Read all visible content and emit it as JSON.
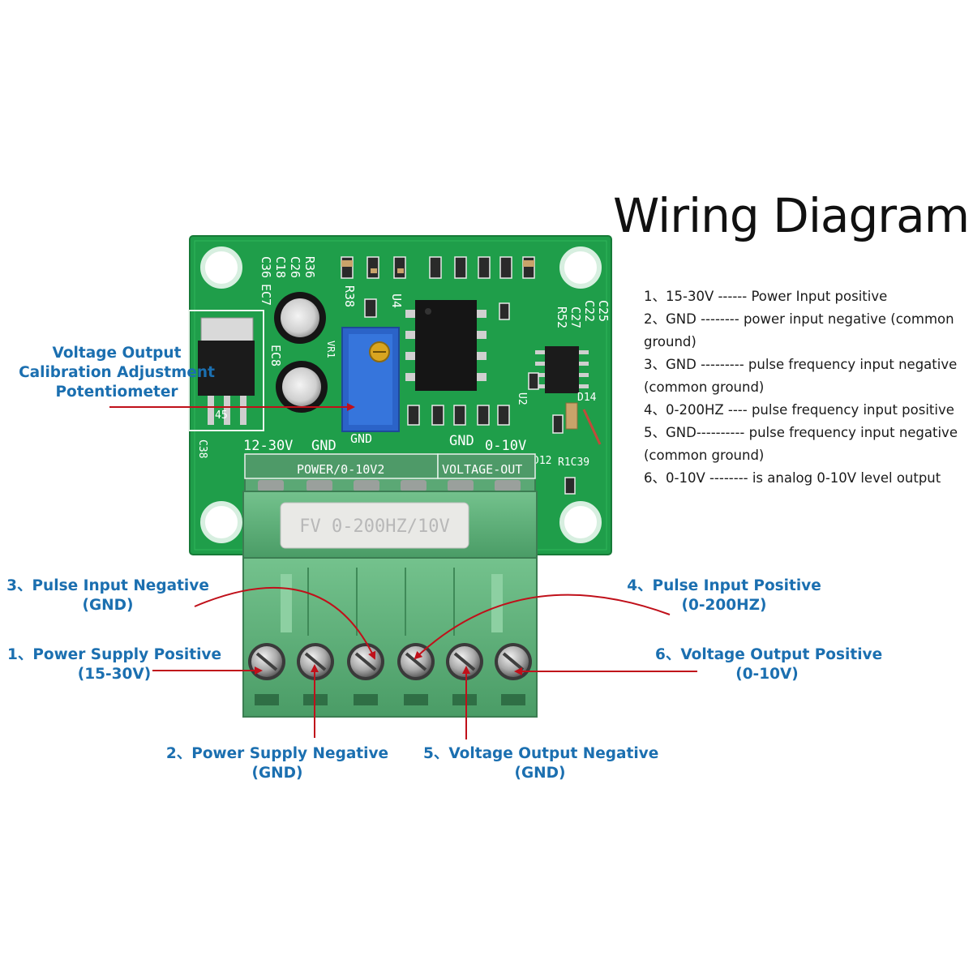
{
  "title": "Wiring Diagram",
  "legend": [
    "1、15-30V ------ Power Input positive",
    "2、GND -------- power input negative (common ground)",
    "3、GND --------- pulse frequency input negative (common ground)",
    "4、0-200HZ ---- pulse frequency input positive",
    "5、GND---------- pulse frequency input negative (common ground)",
    "6、0-10V -------- is analog 0-10V level output"
  ],
  "callouts": {
    "potentiometer": {
      "line1": "Voltage Output",
      "line2": "Calibration Adjustment",
      "line3": "Potentiometer"
    },
    "t1": {
      "line1": "1、Power Supply Positive",
      "line2": "(15-30V)"
    },
    "t2": {
      "line1": "2、Power Supply Negative",
      "line2": "(GND)"
    },
    "t3": {
      "line1": "3、Pulse Input Negative",
      "line2": "(GND)"
    },
    "t4": {
      "line1": "4、Pulse Input Positive",
      "line2": "(0-200HZ)"
    },
    "t5": {
      "line1": "5、Voltage Output Negative",
      "line2": "(GND)"
    },
    "t6": {
      "line1": "6、Voltage Output Positive",
      "line2": "(0-10V)"
    }
  },
  "board": {
    "silk_power": "POWER/0-10V2",
    "silk_vout": "VOLTAGE-OUT",
    "silk_12_30v": "12-30V",
    "silk_gnd_left": "GND",
    "silk_gnd_pot": "GND",
    "silk_gnd_right": "GND",
    "silk_0_10v": "0-10V",
    "ref_r36": "R36",
    "ref_c26": "C26",
    "ref_c18": "C18",
    "ref_c36": "C36",
    "ref_ec7": "EC7",
    "ref_r38": "R38",
    "ref_u4": "U4",
    "ref_ec8": "EC8",
    "ref_vr1": "VR1",
    "ref_c25": "C25",
    "ref_c22": "C22",
    "ref_c27": "C27",
    "ref_r52": "R52",
    "ref_d14": "D14",
    "ref_u2": "U2",
    "ref_d12": "D12",
    "ref_r1c39": "R1C39",
    "ref_c38": "C38",
    "ref_45": "45",
    "connector_label": "FV 0-200HZ/10V"
  },
  "colors": {
    "accent_blue": "#1b6fb0",
    "arrow_red": "#c0101a",
    "pcb_green": "#1f9e4a",
    "terminal_green": "#5fb07a"
  }
}
